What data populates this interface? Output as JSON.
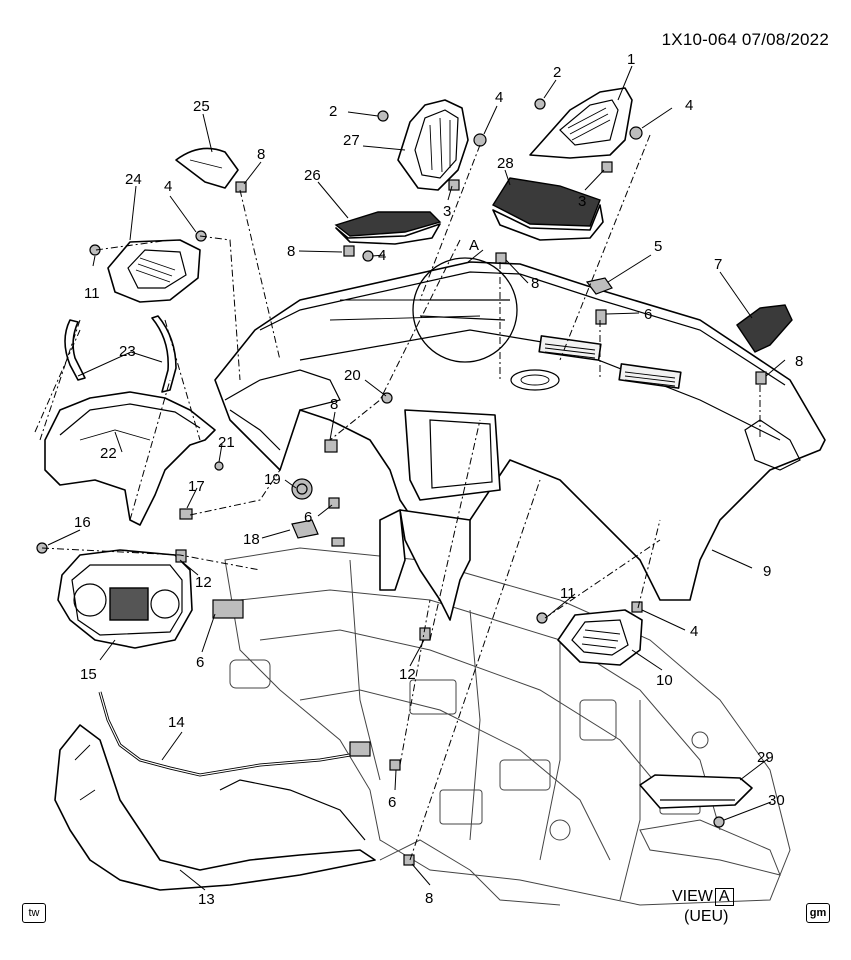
{
  "header": {
    "doc_code": "1X10-064",
    "date": "07/08/2022"
  },
  "view": {
    "label": "VIEW",
    "letter": "A",
    "subtitle": "(UEU)"
  },
  "detail_letter": "A",
  "badges": {
    "left": "tw",
    "right": "gm"
  },
  "callouts": [
    {
      "id": "c1",
      "text": "1"
    },
    {
      "id": "c2a",
      "text": "2"
    },
    {
      "id": "c2b",
      "text": "2"
    },
    {
      "id": "c3a",
      "text": "3"
    },
    {
      "id": "c3b",
      "text": "3"
    },
    {
      "id": "c4a",
      "text": "4"
    },
    {
      "id": "c4b",
      "text": "4"
    },
    {
      "id": "c4c",
      "text": "4"
    },
    {
      "id": "c4d",
      "text": "4"
    },
    {
      "id": "c4e",
      "text": "4"
    },
    {
      "id": "c5",
      "text": "5"
    },
    {
      "id": "c6a",
      "text": "6"
    },
    {
      "id": "c6b",
      "text": "6"
    },
    {
      "id": "c6c",
      "text": "6"
    },
    {
      "id": "c6d",
      "text": "6"
    },
    {
      "id": "c7",
      "text": "7"
    },
    {
      "id": "c8a",
      "text": "8"
    },
    {
      "id": "c8b",
      "text": "8"
    },
    {
      "id": "c8c",
      "text": "8"
    },
    {
      "id": "c8d",
      "text": "8"
    },
    {
      "id": "c8e",
      "text": "8"
    },
    {
      "id": "c8f",
      "text": "8"
    },
    {
      "id": "c9",
      "text": "9"
    },
    {
      "id": "c10",
      "text": "10"
    },
    {
      "id": "c11a",
      "text": "11"
    },
    {
      "id": "c11b",
      "text": "11"
    },
    {
      "id": "c12a",
      "text": "12"
    },
    {
      "id": "c12b",
      "text": "12"
    },
    {
      "id": "c13",
      "text": "13"
    },
    {
      "id": "c14",
      "text": "14"
    },
    {
      "id": "c15",
      "text": "15"
    },
    {
      "id": "c16",
      "text": "16"
    },
    {
      "id": "c17",
      "text": "17"
    },
    {
      "id": "c18",
      "text": "18"
    },
    {
      "id": "c19",
      "text": "19"
    },
    {
      "id": "c20",
      "text": "20"
    },
    {
      "id": "c21",
      "text": "21"
    },
    {
      "id": "c22",
      "text": "22"
    },
    {
      "id": "c23",
      "text": "23"
    },
    {
      "id": "c24",
      "text": "24"
    },
    {
      "id": "c25",
      "text": "25"
    },
    {
      "id": "c26",
      "text": "26"
    },
    {
      "id": "c27",
      "text": "27"
    },
    {
      "id": "c28",
      "text": "28"
    },
    {
      "id": "c29",
      "text": "29"
    },
    {
      "id": "c30",
      "text": "30"
    }
  ]
}
